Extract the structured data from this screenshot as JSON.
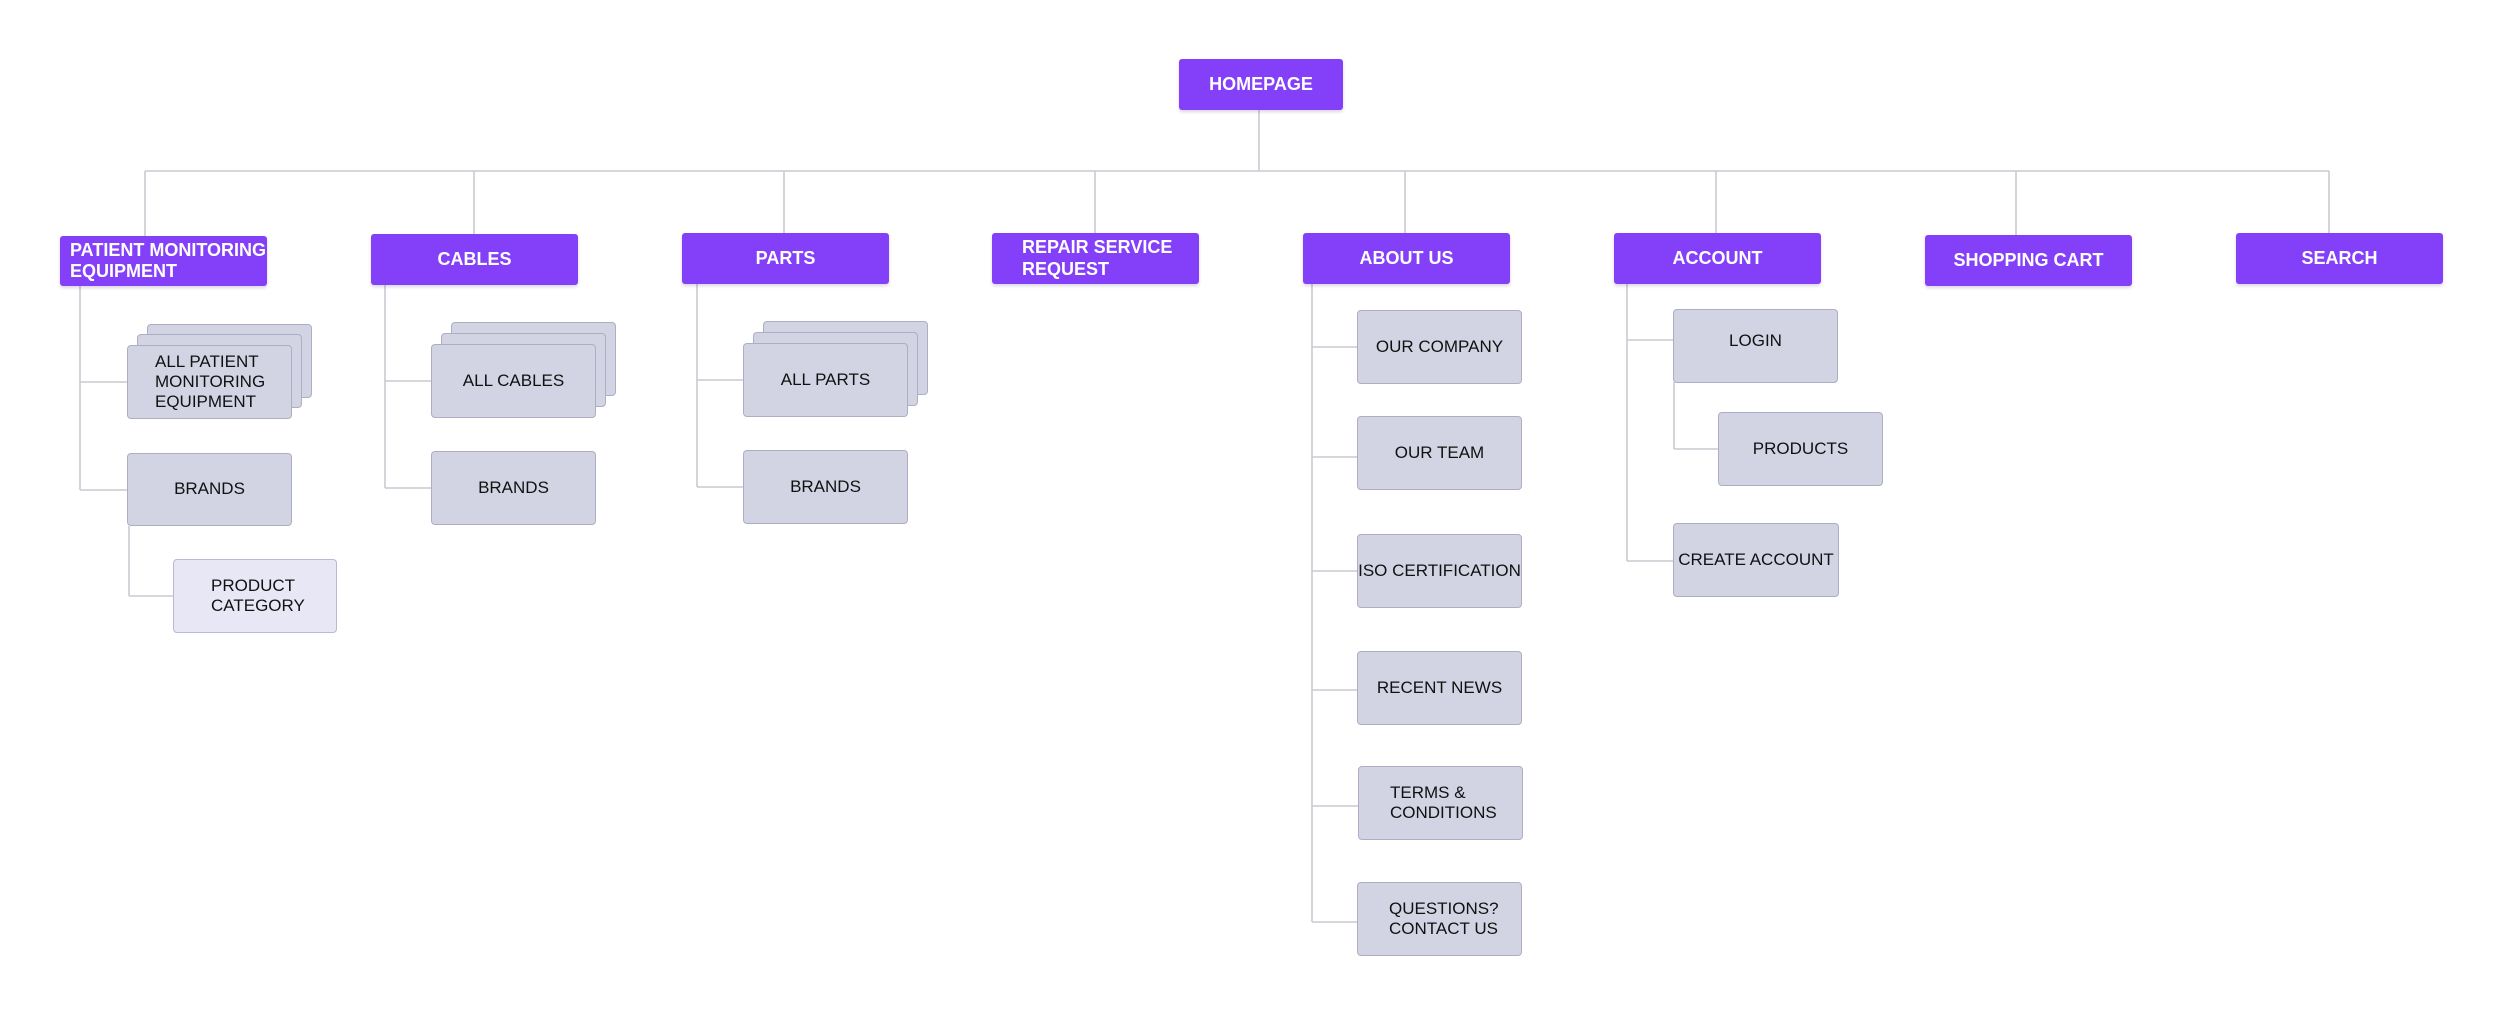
{
  "homepage": "HOMEPAGE",
  "sections": {
    "patient_monitoring": {
      "label": "PATIENT MONITORING\n EQUIPMENT",
      "children": {
        "all": "ALL PATIENT\nMONITORING\nEQUIPMENT",
        "brands": "BRANDS",
        "product_category": "PRODUCT\nCATEGORY"
      }
    },
    "cables": {
      "label": "CABLES",
      "children": {
        "all": "ALL CABLES",
        "brands": "BRANDS"
      }
    },
    "parts": {
      "label": "PARTS",
      "children": {
        "all": "ALL PARTS",
        "brands": "BRANDS"
      }
    },
    "repair": {
      "label": "REPAIR SERVICE\nREQUEST"
    },
    "about": {
      "label": "ABOUT US",
      "children": {
        "company": "OUR COMPANY",
        "team": "OUR TEAM",
        "iso": "ISO CERTIFICATION",
        "news": "RECENT NEWS",
        "terms": "TERMS &\nCONDITIONS",
        "contact": "QUESTIONS?\nCONTACT US"
      }
    },
    "account": {
      "label": "ACCOUNT",
      "children": {
        "login": "LOGIN",
        "products": "PRODUCTS",
        "create": "CREATE ACCOUNT"
      }
    },
    "cart": {
      "label": "SHOPPING CART"
    },
    "search": {
      "label": "SEARCH"
    }
  },
  "colors": {
    "primary": "#8440f8",
    "secondary": "#d3d4e3",
    "tertiary": "#e8e7f5",
    "connector": "#c9c9d1"
  }
}
